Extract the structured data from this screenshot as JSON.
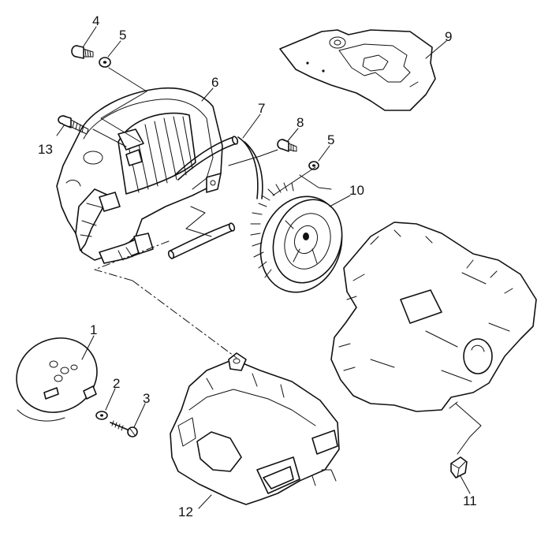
{
  "callouts": [
    {
      "id": "c1",
      "text": "1"
    },
    {
      "id": "c2",
      "text": "2"
    },
    {
      "id": "c3",
      "text": "3"
    },
    {
      "id": "c4",
      "text": "4"
    },
    {
      "id": "c5a",
      "text": "5"
    },
    {
      "id": "c5b",
      "text": "5"
    },
    {
      "id": "c6",
      "text": "6"
    },
    {
      "id": "c7",
      "text": "7"
    },
    {
      "id": "c8",
      "text": "8"
    },
    {
      "id": "c9",
      "text": "9"
    },
    {
      "id": "c10",
      "text": "10"
    },
    {
      "id": "c11",
      "text": "11"
    },
    {
      "id": "c12",
      "text": "12"
    },
    {
      "id": "c13",
      "text": "13"
    }
  ]
}
